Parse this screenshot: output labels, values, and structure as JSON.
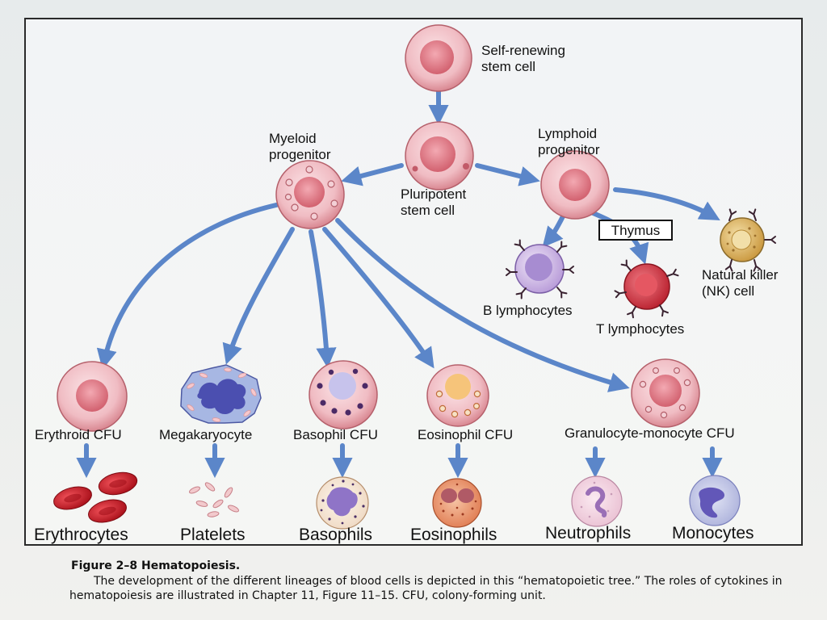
{
  "diagram": {
    "nodes": {
      "self_renewing": [
        "Self-renewing",
        "stem cell"
      ],
      "pluripotent": [
        "Pluripotent",
        "stem cell"
      ],
      "myeloid": [
        "Myeloid",
        "progenitor"
      ],
      "lymphoid": [
        "Lymphoid",
        "progenitor"
      ],
      "thymus": "Thymus",
      "nk": [
        "Natural killer",
        "(NK) cell"
      ],
      "b_lymph": "B lymphocytes",
      "t_lymph": "T lymphocytes",
      "erythroid_cfu": "Erythroid CFU",
      "megakaryocyte": "Megakaryocyte",
      "basophil_cfu": "Basophil CFU",
      "eosinophil_cfu": "Eosinophil CFU",
      "granulocyte_monocyte_cfu": "Granulocyte-monocyte CFU"
    },
    "final_cells": {
      "erythrocytes": "Erythrocytes",
      "platelets": "Platelets",
      "basophils": "Basophils",
      "eosinophils": "Eosinophils",
      "neutrophils": "Neutrophils",
      "monocytes": "Monocytes"
    }
  },
  "caption": {
    "title": "Figure 2–8   Hematopoiesis.",
    "body": "The development of the different lineages of blood cells is depicted in this “hematopoietic tree.” The roles of cytokines in hematopoiesis are illustrated in Chapter 11, Figure 11–15. CFU, colony-forming unit."
  },
  "colors": {
    "arrow": "#5b86c9",
    "cell_pink": "#e8a3ad",
    "cell_nucleus": "#d9737f",
    "erythrocyte": "#c8202b",
    "megakaryocyte": "#5d5fb7",
    "eosinophil": "#e37e55",
    "nk_cell": "#d8b054",
    "b_cell": "#c9b3e2",
    "t_cell": "#d03746"
  }
}
